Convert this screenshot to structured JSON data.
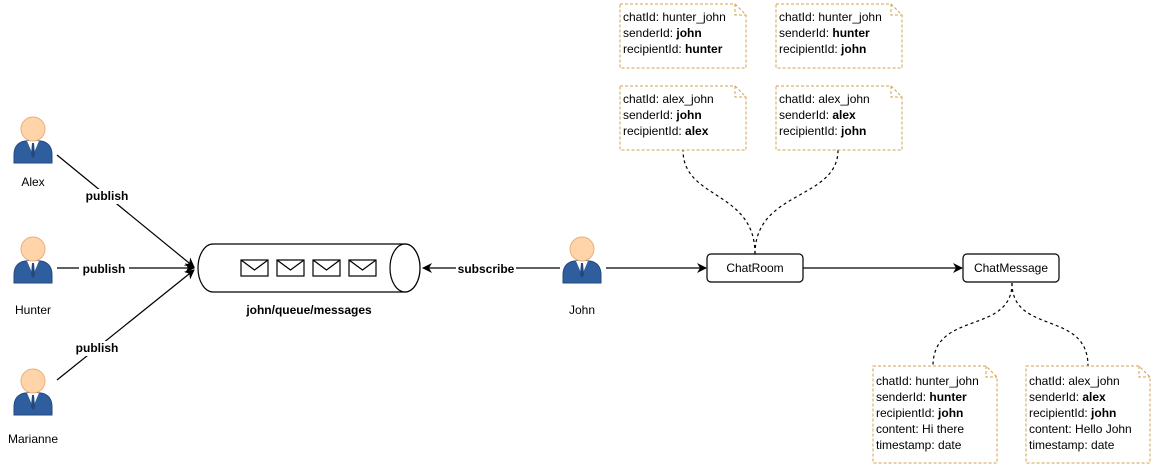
{
  "actors": {
    "alex": "Alex",
    "hunter": "Hunter",
    "marianne": "Marianne",
    "john": "John"
  },
  "edges": {
    "publish": "publish",
    "subscribe": "subscribe"
  },
  "queue": {
    "label": "john/queue/messages"
  },
  "entities": {
    "chatroom": "ChatRoom",
    "chatmessage": "ChatMessage"
  },
  "room_notes": [
    {
      "chatId_key": "chatId: ",
      "chatId": "hunter_john",
      "sender_key": "senderId: ",
      "sender": "john",
      "recipient_key": "recipientId: ",
      "recipient": "hunter"
    },
    {
      "chatId_key": "chatId: ",
      "chatId": "hunter_john",
      "sender_key": "senderId: ",
      "sender": "hunter",
      "recipient_key": "recipientId: ",
      "recipient": "john"
    },
    {
      "chatId_key": "chatId: ",
      "chatId": "alex_john",
      "sender_key": "senderId: ",
      "sender": "john",
      "recipient_key": "recipientId: ",
      "recipient": "alex"
    },
    {
      "chatId_key": "chatId: ",
      "chatId": "alex_john",
      "sender_key": "senderId: ",
      "sender": "alex",
      "recipient_key": "recipientId: ",
      "recipient": "john"
    }
  ],
  "message_notes": [
    {
      "chatId_key": "chatId: ",
      "chatId": "hunter_john",
      "sender_key": "senderId: ",
      "sender": "hunter",
      "recipient_key": "recipientId: ",
      "recipient": "john",
      "content_key": "content: ",
      "content": "Hi there",
      "timestamp_key": "timestamp: ",
      "timestamp": "date"
    },
    {
      "chatId_key": "chatId: ",
      "chatId": "alex_john",
      "sender_key": "senderId: ",
      "sender": "alex",
      "recipient_key": "recipientId: ",
      "recipient": "john",
      "content_key": "content: ",
      "content": "Hello John",
      "timestamp_key": "timestamp: ",
      "timestamp": "date"
    }
  ],
  "colors": {
    "skin": "#FFD4A8",
    "suit": "#2E5E9E",
    "suit_dark": "#23487A",
    "note_border": "#D4A04C"
  }
}
